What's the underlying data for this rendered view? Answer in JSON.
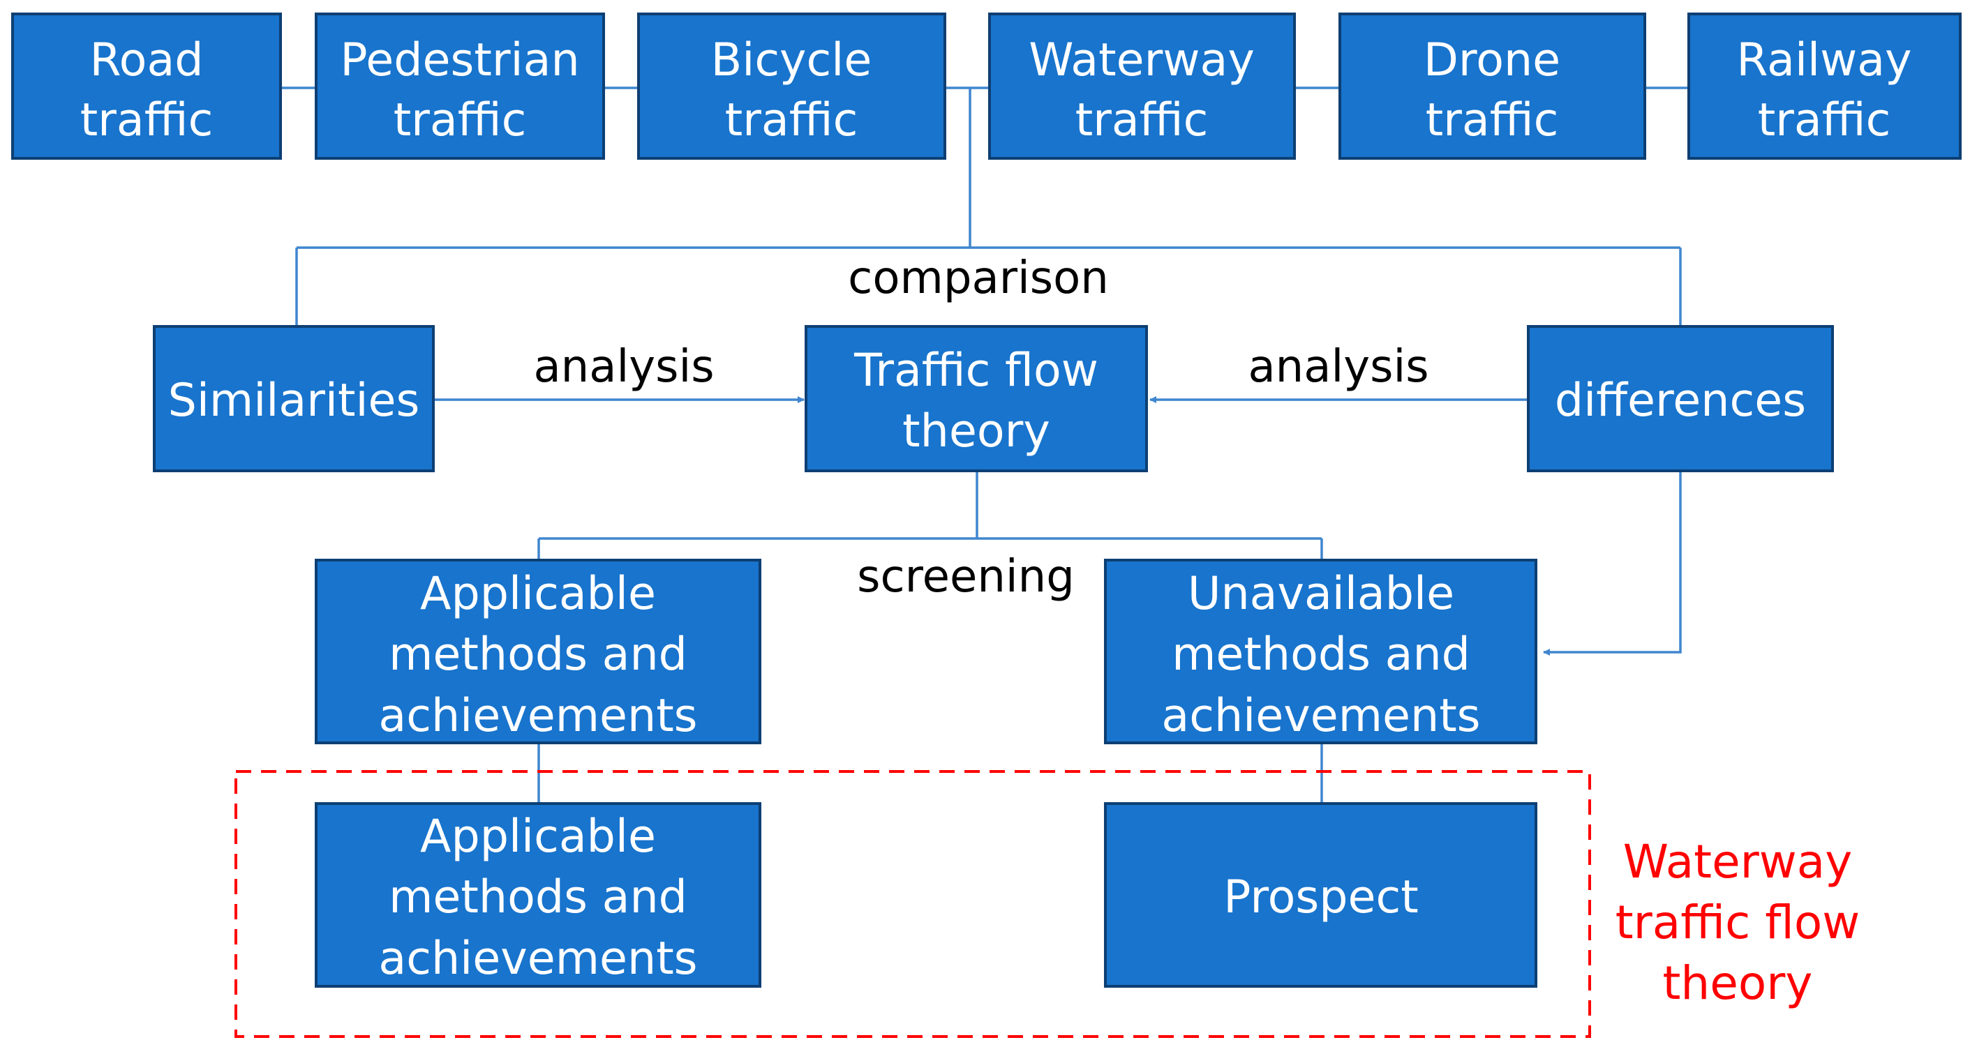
{
  "top_row": {
    "road": [
      "Road",
      "traffic"
    ],
    "pedestrian": [
      "Pedestrian",
      "traffic"
    ],
    "bicycle": [
      "Bicycle",
      "traffic"
    ],
    "waterway": [
      "Waterway",
      "traffic"
    ],
    "drone": [
      "Drone",
      "traffic"
    ],
    "railway": [
      "Railway",
      "traffic"
    ]
  },
  "labels": {
    "comparison": "comparison",
    "analysis_left": "analysis",
    "analysis_right": "analysis",
    "screening": "screening"
  },
  "middle_row": {
    "similarities": "Similarities",
    "theory": [
      "Traffic flow",
      "theory"
    ],
    "differences": "differences"
  },
  "third_row": {
    "applicable": [
      "Applicable",
      "methods and",
      "achievements"
    ],
    "unavailable": [
      "Unavailable",
      "methods and",
      "achievements"
    ]
  },
  "bottom_row": {
    "applicable": [
      "Applicable",
      "methods and",
      "achievements"
    ],
    "prospect": "Prospect"
  },
  "group": {
    "label": [
      "Waterway",
      "traffic flow",
      "theory"
    ],
    "border_color": "#ff0000"
  },
  "colors": {
    "box_fill": "#1874CD",
    "box_text": "#ffffff",
    "connector": "#3f86cf"
  }
}
